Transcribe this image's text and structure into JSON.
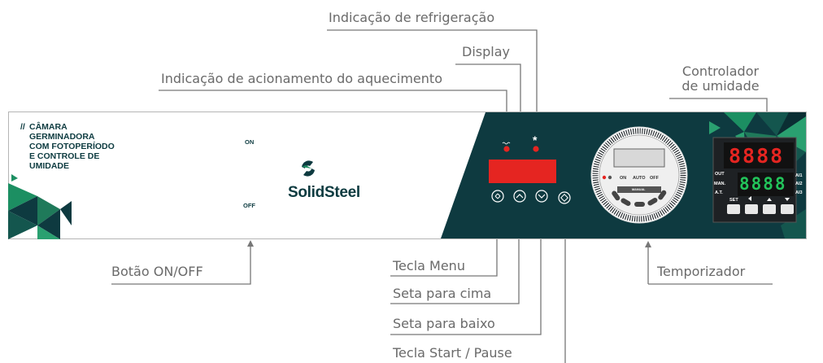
{
  "callouts": {
    "refrigeration": "Indicação de refrigeração",
    "display": "Display",
    "heating": "Indicação de acionamento do aquecimento",
    "humidity_line1": "Controlador",
    "humidity_line2": "de umidade",
    "onoff": "Botão ON/OFF",
    "menu": "Tecla Menu",
    "up": "Seta para cima",
    "down": "Seta para baixo",
    "startpause": "Tecla Start / Pause",
    "timer": "Temporizador"
  },
  "panel": {
    "title_slash": "//",
    "title_lines": [
      "CÂMARA",
      "GERMINADORA",
      "COM FOTOPERÍODO",
      "E CONTROLE DE",
      "UMIDADE"
    ],
    "switch_on": "ON",
    "switch_off": "OFF",
    "brand": "SolidSteel",
    "refrigeration_symbol": "*",
    "timer_modes": [
      "ON",
      "AUTO",
      "OFF"
    ],
    "timer_manual": "MANUAL",
    "humidity": {
      "top_display": "8888",
      "bottom_display": "8888",
      "out_label": "OUT",
      "man_label": "MAN.",
      "at_label": "A.T.",
      "set_label": "SET",
      "al1": "Al1",
      "al2": "Al2",
      "al3": "Al3"
    }
  },
  "colors": {
    "panel_dark": "#0e3a40",
    "accent_green": "#1c8f62",
    "display_red": "#e52521",
    "callout_text": "#6a6a6a",
    "line": "#777777"
  }
}
